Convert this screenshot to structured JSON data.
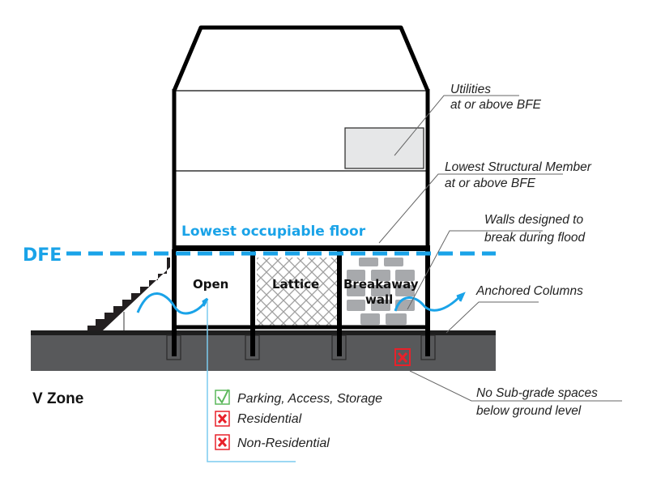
{
  "diagram": {
    "zone": "V Zone",
    "flood_line": {
      "label": "DFE",
      "color": "#1aa3e8"
    },
    "lowest_floor_label": "Lowest occupiable floor",
    "bays": [
      {
        "label": "Open",
        "type": "open"
      },
      {
        "label": "Lattice",
        "type": "lattice"
      },
      {
        "label_line1": "Breakaway",
        "label_line2": "wall",
        "type": "breakaway"
      }
    ],
    "callouts": {
      "utilities": {
        "line1": "Utilities",
        "line2": "at or above BFE"
      },
      "structural": {
        "line1": "Lowest Structural Member",
        "line2": "at or above  BFE"
      },
      "walls": {
        "line1": "Walls designed to",
        "line2": "break during flood"
      },
      "columns": {
        "line1": "Anchored Columns"
      },
      "subgrade": {
        "line1": "No Sub-grade spaces",
        "line2": "below ground level"
      }
    },
    "allowed_uses": [
      {
        "label": "Parking, Access, Storage",
        "status": "allowed",
        "icon": "check-icon"
      },
      {
        "label": "Residential",
        "status": "not-allowed",
        "icon": "x-icon"
      },
      {
        "label": "Non-Residential",
        "status": "not-allowed",
        "icon": "x-icon"
      }
    ],
    "colors": {
      "water_blue": "#1aa3e8",
      "ground": "#58595b",
      "brick": "#a7a9ac",
      "utility_box": "#e6e7e8",
      "allowed_green": "#5cb85c",
      "not_allowed_red": "#e8212a"
    }
  }
}
